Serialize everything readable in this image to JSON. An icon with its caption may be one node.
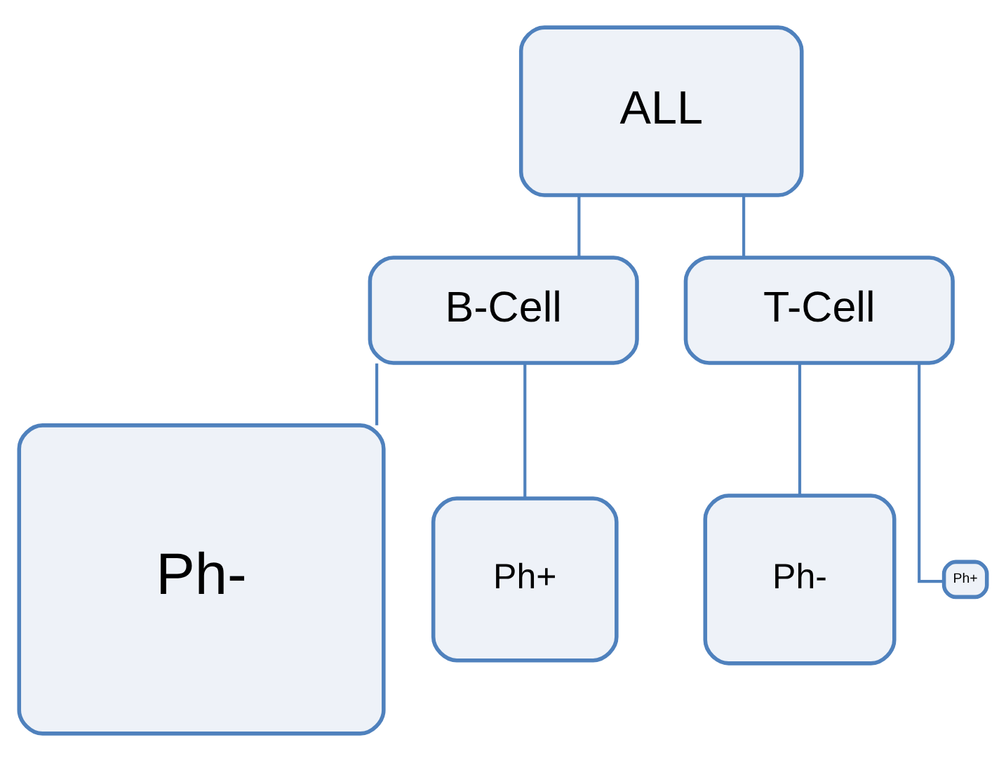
{
  "diagram": {
    "nodes": [
      {
        "text": [
          "ALL"
        ]
      },
      {
        "text": [
          "B-Cell"
        ]
      },
      {
        "text": [
          "T-Cell"
        ]
      },
      {
        "text": [
          "Ph-"
        ]
      },
      {
        "text": [
          "Ph+"
        ]
      },
      {
        "text": [
          "Ph-"
        ]
      },
      {
        "text": [
          "Ph+"
        ]
      }
    ],
    "edges": [
      {
        "from": 0,
        "to": 1,
        "arrow": "none"
      },
      {
        "from": 0,
        "to": 2,
        "arrow": "none"
      },
      {
        "from": 1,
        "to": 3,
        "arrow": "none"
      },
      {
        "from": 1,
        "to": 4,
        "arrow": "none"
      },
      {
        "from": 2,
        "to": 5,
        "arrow": "none"
      },
      {
        "from": 2,
        "to": 6,
        "arrow": "none"
      }
    ]
  }
}
